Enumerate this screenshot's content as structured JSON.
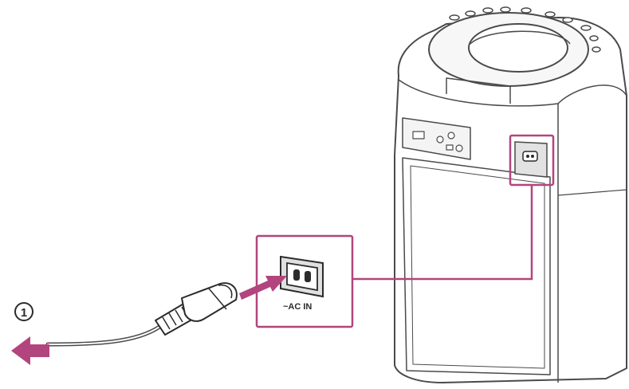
{
  "callout": {
    "number": "1"
  },
  "port": {
    "label": "~AC IN"
  },
  "colors": {
    "highlight": "#b2457d",
    "line": "#4a4a4a",
    "speaker_fill": "#ffffff",
    "speaker_shade": "#ececec",
    "dark": "#2b2b2b"
  },
  "icons": [
    "speaker-unit",
    "power-cord",
    "plug",
    "ac-in-port",
    "insert-arrow",
    "outlet-arrow"
  ]
}
